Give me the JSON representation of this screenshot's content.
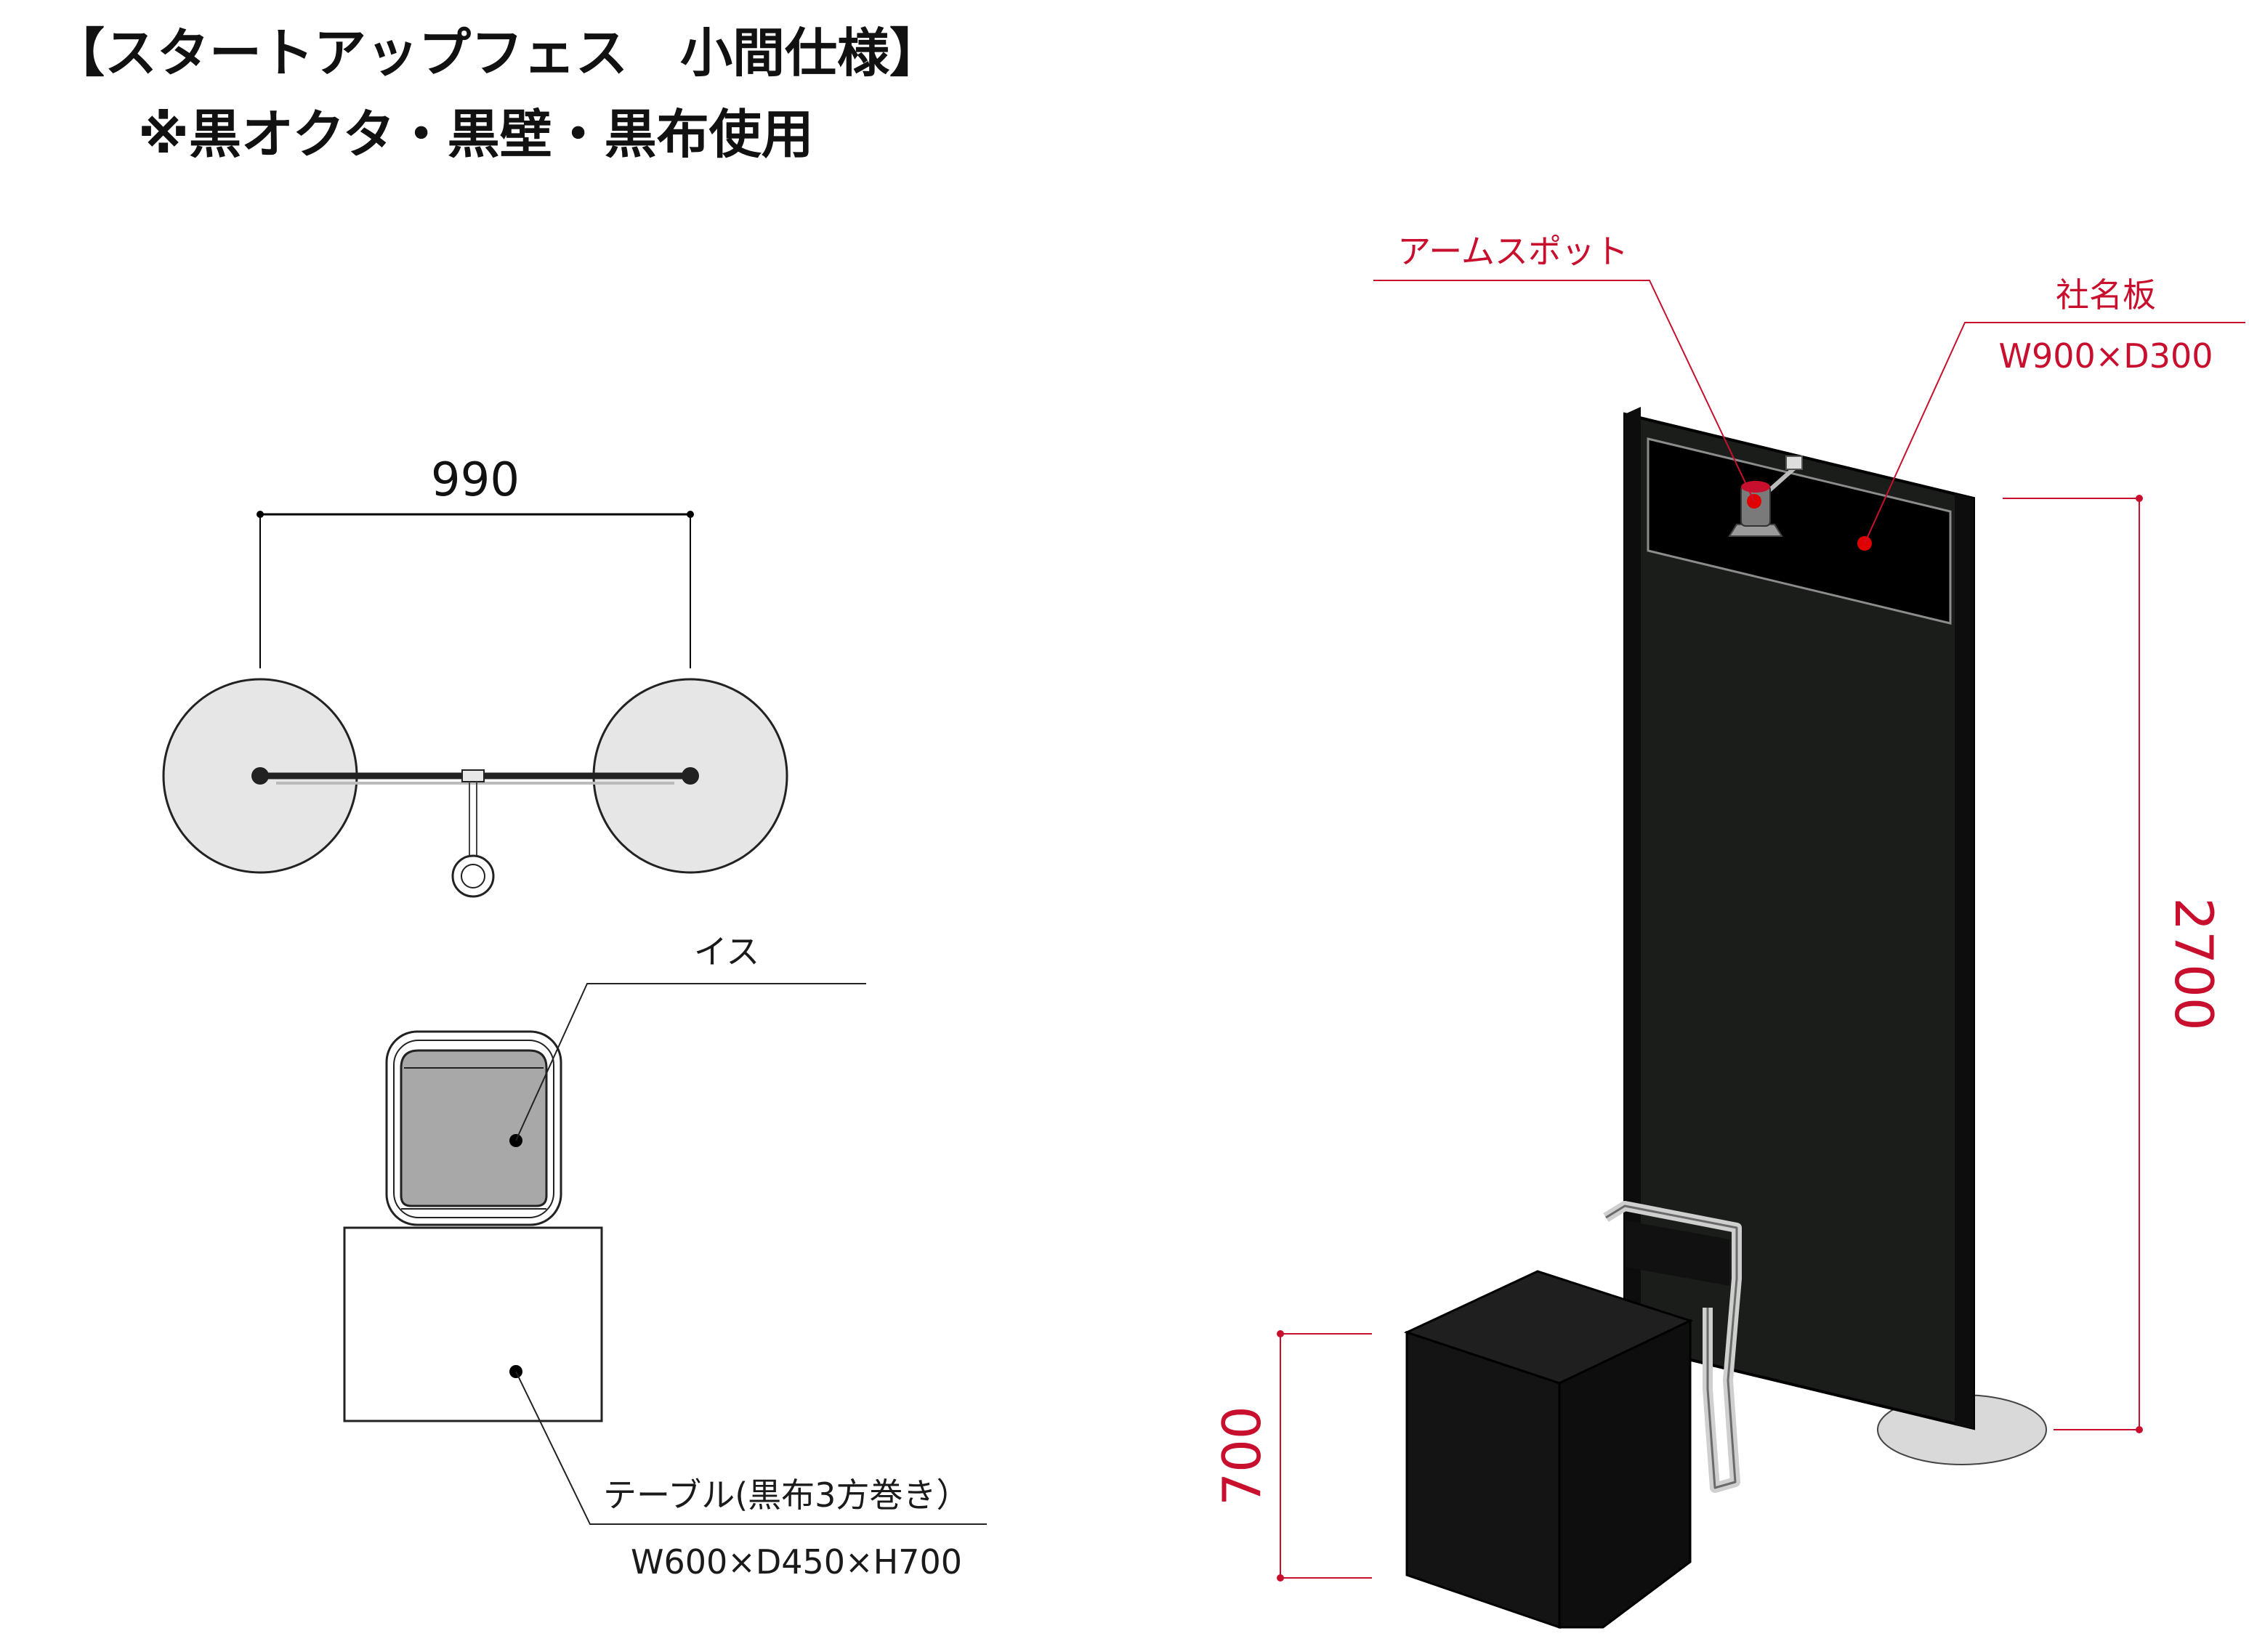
{
  "title": {
    "line1": "【スタートアップフェス　小間仕様】",
    "line2": "※黒オクタ・黒壁・黒布使用"
  },
  "plan_view": {
    "width_dimension": "990",
    "chair_label": "イス",
    "table_label": "テーブル(黒布3方巻き）",
    "table_size": "W600×D450×H700"
  },
  "perspective_view": {
    "arm_spot_label": "アームスポット",
    "nameplate_label": "社名板",
    "nameplate_size": "W900×D300",
    "wall_height": "2700",
    "table_height": "700"
  },
  "colors": {
    "annotation_red": "#c8102e",
    "wall_black": "#1b1d1b",
    "base_gray": "#d9d9d9"
  }
}
